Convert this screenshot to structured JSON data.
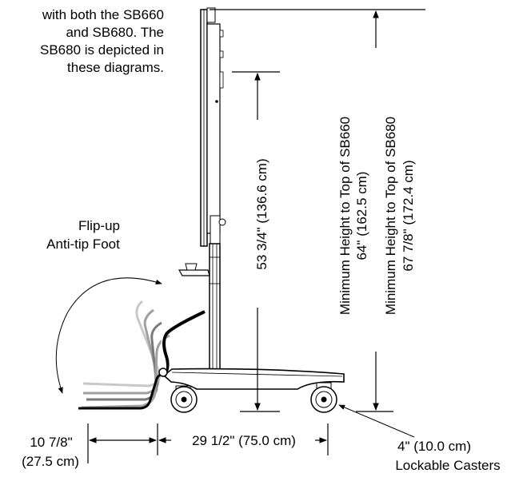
{
  "note": {
    "lines": [
      "with both the SB660",
      "and SB680. The",
      "SB680 is depicted in",
      "these diagrams."
    ]
  },
  "foot_label": {
    "lines": [
      "Flip-up",
      "Anti-tip Foot"
    ]
  },
  "dim_board": {
    "text": "53 3/4\" (136.6 cm)"
  },
  "dim_sb660": {
    "title": "Minimum Height to Top of SB660",
    "value": "64\" (162.5 cm)"
  },
  "dim_sb680": {
    "title": "Minimum Height to Top of SB680",
    "value": "67 7/8\" (172.4 cm)"
  },
  "dim_foot": {
    "lines": [
      "10 7/8\"",
      "(27.5 cm)"
    ]
  },
  "dim_base": {
    "text": "29 1/2\" (75.0 cm)"
  },
  "casters": {
    "lines": [
      "4\" (10.0 cm)",
      "Lockable Casters"
    ]
  }
}
